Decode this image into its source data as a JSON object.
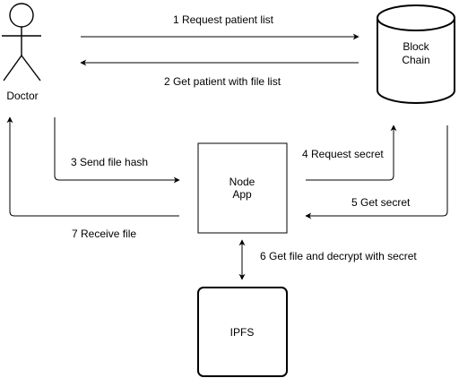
{
  "actor": {
    "label": "Doctor"
  },
  "nodes": {
    "blockchain": {
      "line1": "Block",
      "line2": "Chain"
    },
    "nodeapp": {
      "line1": "Node",
      "line2": "App"
    },
    "ipfs": {
      "label": "IPFS"
    }
  },
  "edges": {
    "e1": "1 Request patient list",
    "e2": "2 Get patient with file list",
    "e3": "3 Send file hash",
    "e4": "4 Request secret",
    "e5": "5 Get secret",
    "e6": "6 Get file and decrypt  with secret",
    "e7": "7 Receive file"
  }
}
